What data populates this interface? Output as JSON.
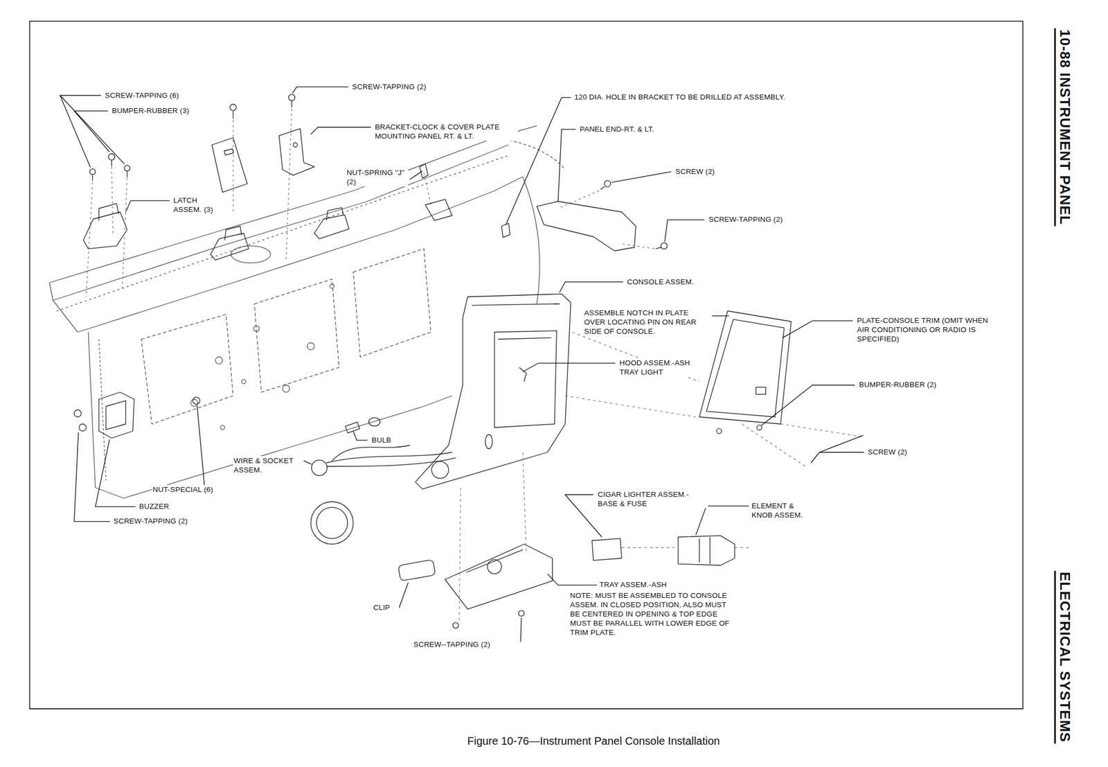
{
  "diagram": {
    "caption": "Figure 10-76—Instrument Panel Console Installation",
    "labels": [
      "10-88 INSTRUMENT PANEL",
      "SCREW-TAPPING (6)",
      "SCREW-TAPPING (2)",
      "120 DIA. HOLE IN BRACKET TO BE DRILLED AT ASSEMBLY.",
      "BUMPER-RUBBER (3)",
      "BRACKET-CLOCK & COVER PLATE MOUNTING PANEL RT. & LT.",
      "PANEL END-RT. & LT.",
      "SCREW (2)",
      "NUT-SPRING \"J\" (2)",
      "LATCH ASSEM. (3)",
      "SCREW-TAPPING (2)",
      "CONSOLE ASSEM.",
      "ASSEMBLE NOTCH IN PLATE OVER LOCATING PIN ON REAR SIDE OF CONSOLE.",
      "PLATE-CONSOLE TRIM (OMIT WHEN AIR CONDITIONING OR RADIO IS SPECIFIED)",
      "HOOD ASSEM.-ASH TRAY LIGHT",
      "BUMPER-RUBBER (2)",
      "BULB",
      "SCREW (2)",
      "WIRE & SOCKET ASSEM.",
      "NUT-SPECIAL (6)",
      "CIGAR LIGHTER ASSEM.- BASE & FUSE",
      "ELEMENT & KNOB ASSEM.",
      "BUZZER",
      "SCREW-TAPPING (2)",
      "TRAY ASSEM.-ASH",
      "NOTE: MUST BE ASSEMBLED TO CONSOLE ASSEM. IN CLOSED POSITION, ALSO MUST BE CENTERED IN OPENING & TOP EDGE MUST BE PARALLEL WITH LOWER EDGE OF TRIM PLATE.",
      "CLIP",
      "SCREW--TAPPING (2)",
      "ELECTRICAL SYSTEMS"
    ]
  }
}
